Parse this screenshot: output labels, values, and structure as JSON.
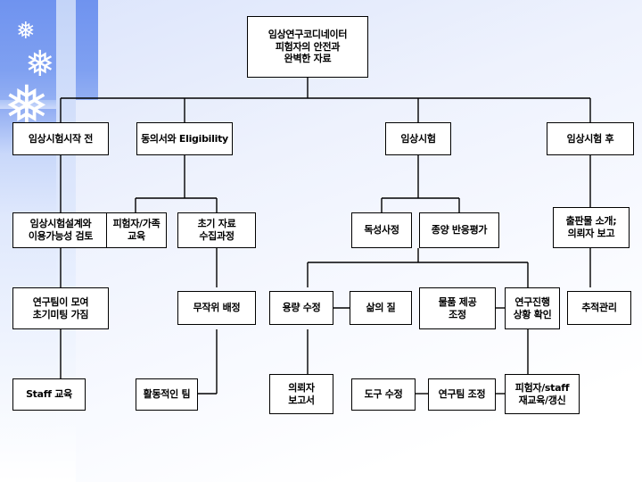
{
  "slide": {
    "background_color": "#eef2fd",
    "accent_color": "#7d9ef0",
    "decoration": {
      "snowflake_glyph": "❅",
      "snowflake_count": 3
    }
  },
  "chart_data": {
    "type": "diagram",
    "title": "임상연구코디네이터\n피험자의 안전과\n완벽한 자료",
    "orientation": "top-down-tree"
  },
  "diagram": {
    "root": {
      "id": "root",
      "label": "임상연구코디네이터\n피험자의 안전과\n완벽한 자료"
    },
    "level1": [
      {
        "id": "pre-trial",
        "label": "임상시험시작 전"
      },
      {
        "id": "consent",
        "label": "동의서와 Eligibility"
      },
      {
        "id": "trial",
        "label": "임상시험"
      },
      {
        "id": "post-trial",
        "label": "임상시험 후"
      }
    ],
    "level2": [
      {
        "id": "design-review",
        "label": "임상시험설계와\n이용가능성 검토"
      },
      {
        "id": "subject-education",
        "label": "피험자/가족\n교육"
      },
      {
        "id": "initial-data",
        "label": "초기 자료\n수집과정"
      },
      {
        "id": "toxicity",
        "label": "독성사정"
      },
      {
        "id": "tumor-response",
        "label": "종양 반응평가"
      },
      {
        "id": "publication",
        "label": "출판물 소개;\n의뢰자 보고"
      }
    ],
    "level3": [
      {
        "id": "team-meeting",
        "label": "연구팀이 모여\n초기미팅 가짐"
      },
      {
        "id": "randomize",
        "label": "무작위 배정"
      },
      {
        "id": "dose-modify",
        "label": "용량 수정"
      },
      {
        "id": "qol",
        "label": "삶의 질"
      },
      {
        "id": "supply-adjust",
        "label": "물품 제공\n조정"
      },
      {
        "id": "progress-check",
        "label": "연구진행\n상황 확인"
      },
      {
        "id": "follow-up",
        "label": "추적관리"
      }
    ],
    "level4": [
      {
        "id": "staff-education",
        "label": "Staff 교육"
      },
      {
        "id": "active-team",
        "label": "활동적인 팀"
      },
      {
        "id": "sponsor-report",
        "label": "의뢰자\n보고서"
      },
      {
        "id": "tool-modify",
        "label": "도구 수정"
      },
      {
        "id": "team-adjust",
        "label": "연구팀 조정"
      },
      {
        "id": "re-education",
        "label": "피험자/staff\n재교육/갱신"
      }
    ]
  }
}
